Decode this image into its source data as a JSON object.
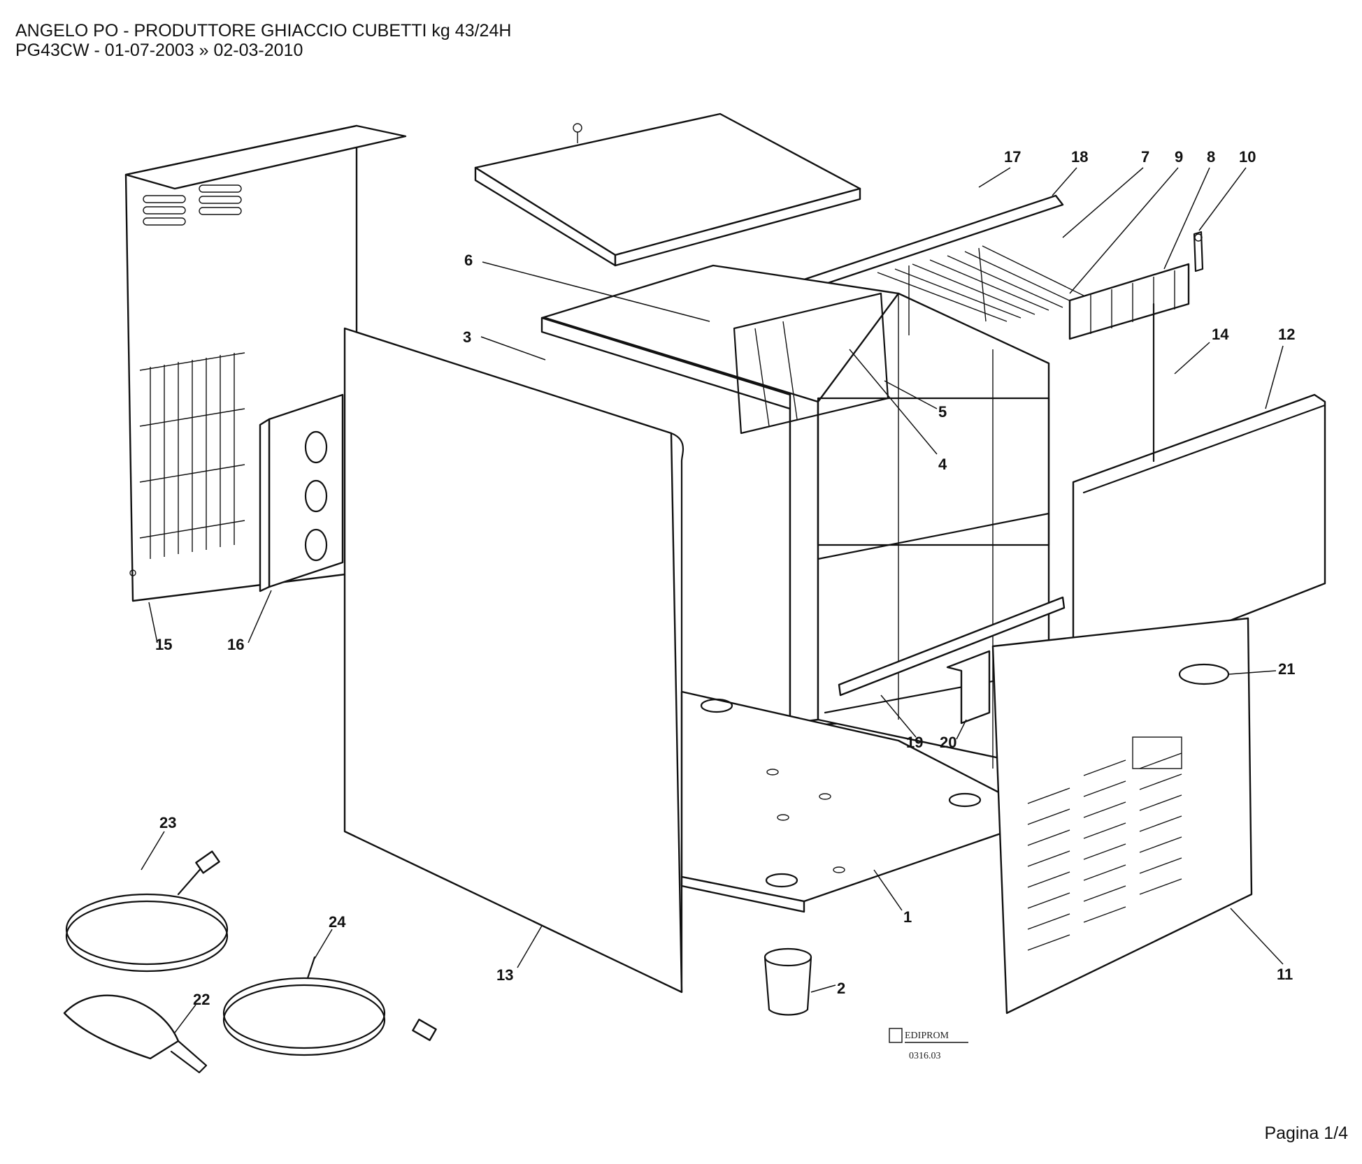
{
  "header": {
    "title_line1": "ANGELO PO - PRODUTTORE GHIACCIO CUBETTI kg 43/24H",
    "title_line2": "PG43CW - 01-07-2003 » 02-03-2010"
  },
  "footer": {
    "page": "Pagina 1/4"
  },
  "logo": {
    "brand": "EDIPROM",
    "code": "0316.03"
  },
  "callouts": [
    {
      "id": "c1",
      "label": "1"
    },
    {
      "id": "c2",
      "label": "2"
    },
    {
      "id": "c3",
      "label": "3"
    },
    {
      "id": "c4",
      "label": "4"
    },
    {
      "id": "c5",
      "label": "5"
    },
    {
      "id": "c6",
      "label": "6"
    },
    {
      "id": "c7",
      "label": "7"
    },
    {
      "id": "c8",
      "label": "8"
    },
    {
      "id": "c9",
      "label": "9"
    },
    {
      "id": "c10",
      "label": "10"
    },
    {
      "id": "c11",
      "label": "11"
    },
    {
      "id": "c12",
      "label": "12"
    },
    {
      "id": "c13",
      "label": "13"
    },
    {
      "id": "c14",
      "label": "14"
    },
    {
      "id": "c15",
      "label": "15"
    },
    {
      "id": "c16",
      "label": "16"
    },
    {
      "id": "c17",
      "label": "17"
    },
    {
      "id": "c18",
      "label": "18"
    },
    {
      "id": "c19",
      "label": "19"
    },
    {
      "id": "c20",
      "label": "20"
    },
    {
      "id": "c21",
      "label": "21"
    },
    {
      "id": "c22",
      "label": "22"
    },
    {
      "id": "c23",
      "label": "23"
    },
    {
      "id": "c24",
      "label": "24"
    }
  ]
}
